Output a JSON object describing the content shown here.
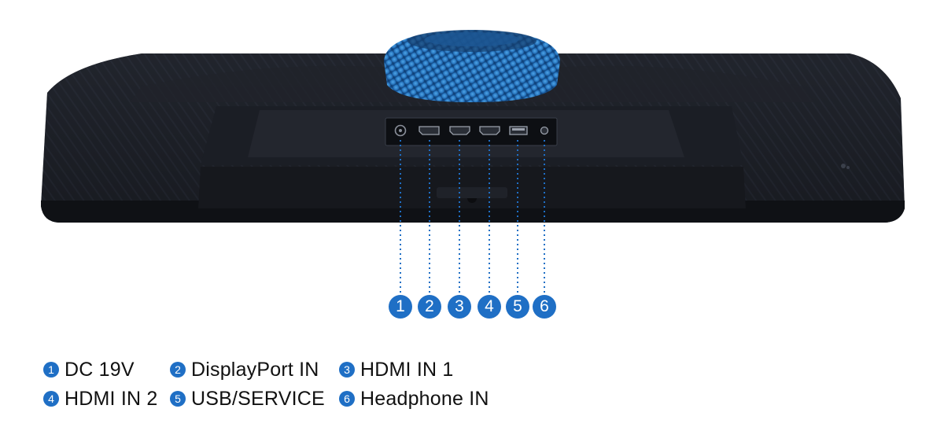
{
  "accent_color": "#1f6fc5",
  "ports": [
    {
      "number": "1",
      "label": "DC 19V",
      "icon": "dc-power-jack-icon"
    },
    {
      "number": "2",
      "label": "DisplayPort IN",
      "icon": "displayport-icon"
    },
    {
      "number": "3",
      "label": "HDMI IN 1",
      "icon": "hdmi-icon"
    },
    {
      "number": "4",
      "label": "HDMI IN 2",
      "icon": "hdmi-icon"
    },
    {
      "number": "5",
      "label": "USB/SERVICE",
      "icon": "usb-icon"
    },
    {
      "number": "6",
      "label": "Headphone IN",
      "icon": "headphone-jack-icon"
    }
  ]
}
